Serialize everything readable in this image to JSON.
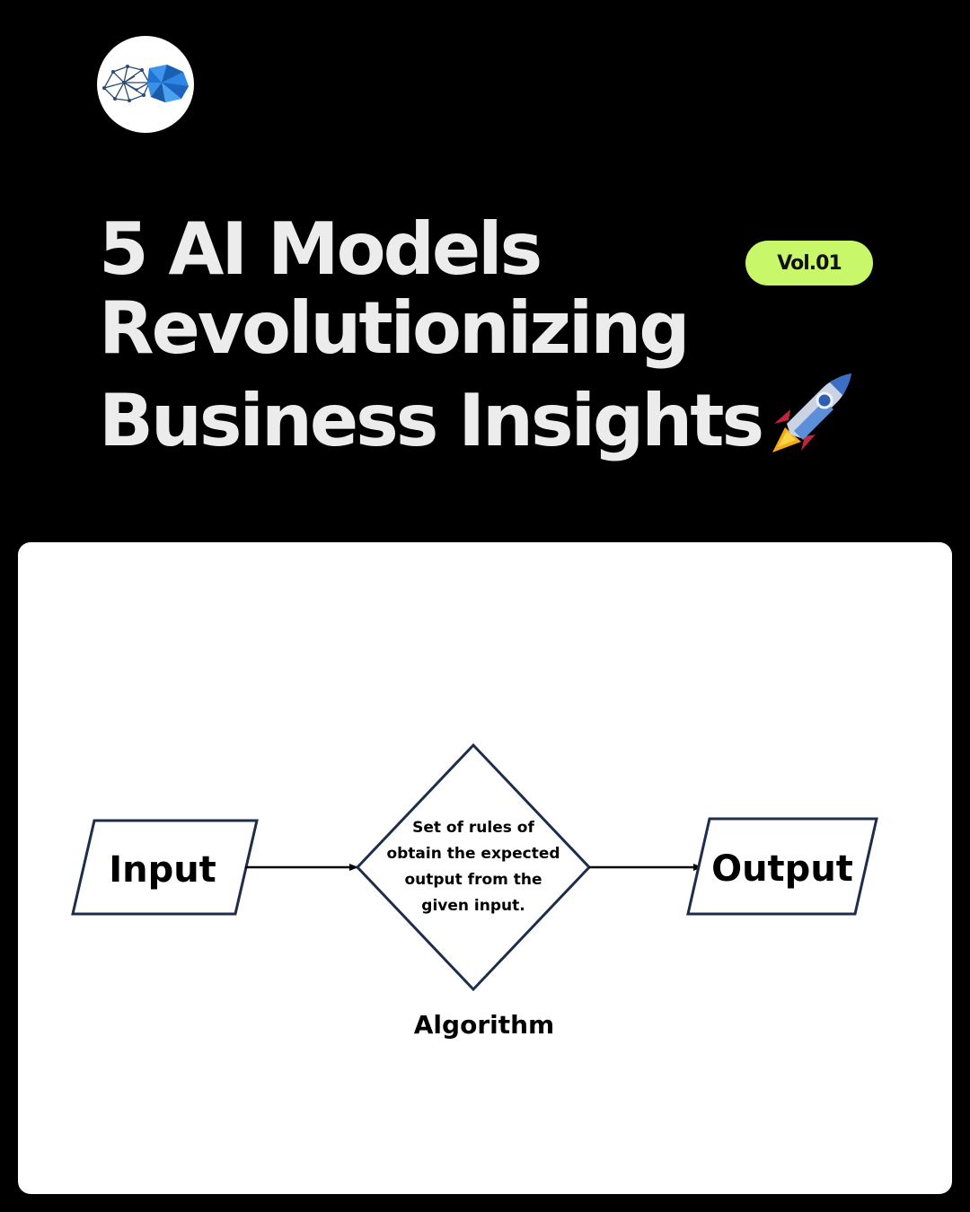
{
  "header": {
    "logo_icon": "brain-network-logo-icon",
    "title_lines": [
      "5 AI Models",
      "Revolutionizing",
      "Business Insights"
    ],
    "title_icon": "rocket-icon",
    "badge": "Vol.01",
    "badge_color": "#c8f76a"
  },
  "diagram": {
    "input_label": "Input",
    "rule_lines": [
      "Set of rules of",
      "obtain the expected",
      "output from the",
      "given input."
    ],
    "caption": "Algorithm",
    "output_label": "Output",
    "stroke_color": "#1f2d4d"
  }
}
